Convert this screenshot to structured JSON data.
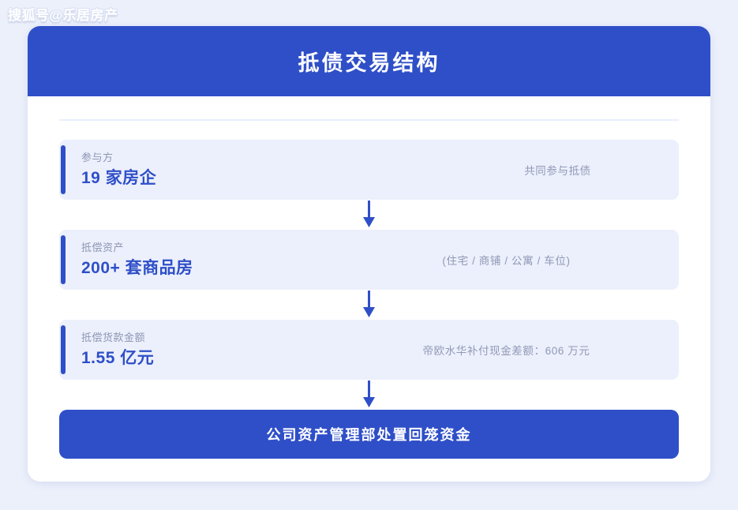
{
  "watermark": {
    "text": "搜狐号@乐居房产"
  },
  "card": {
    "title": "抵债交易结构",
    "accent_color": "#2F4FC8",
    "row_bg_color": "#ECF0FC",
    "page_bg_color": "#ECF0FB",
    "rows": [
      {
        "label": "参与方",
        "value": "19 家房企",
        "note": "共同参与抵债"
      },
      {
        "label": "抵偿资产",
        "value": "200+ 套商品房",
        "note": "(住宅 / 商铺 / 公寓 / 车位)"
      },
      {
        "label": "抵偿货款金额",
        "value": "1.55 亿元",
        "note": "帝欧水华补付现金差额：606 万元"
      }
    ],
    "footer": {
      "text": "公司资产管理部处置回笼资金"
    }
  }
}
